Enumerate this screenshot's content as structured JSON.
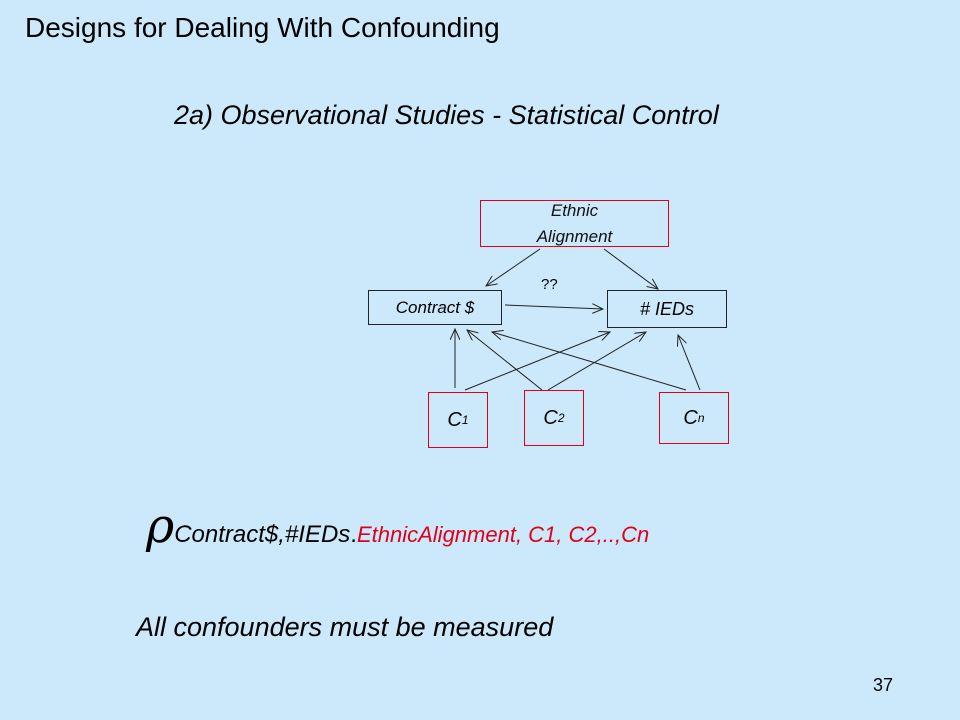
{
  "slide": {
    "title": "Designs for Dealing With Confounding",
    "subtitle": "2a) Observational Studies - Statistical Control",
    "page_number": "37"
  },
  "diagram": {
    "nodes": {
      "ethnic": "Ethnic Alignment",
      "contract": "Contract $",
      "ieds": "# IEDs",
      "c1": "C",
      "c1_sub": "1",
      "c2": "C",
      "c2_sub": "2",
      "cn": "C",
      "cn_sub": "n"
    },
    "question_label": "??"
  },
  "formula": {
    "rho": "ρ",
    "subscript": "Contract$,#IEDs",
    "dot": ".",
    "conditioning": "EthnicAlignment, C1, C2,..,Cn"
  },
  "note": "All confounders must be measured",
  "colors": {
    "background": "#cce8fb",
    "accent_red": "#e0001b"
  }
}
